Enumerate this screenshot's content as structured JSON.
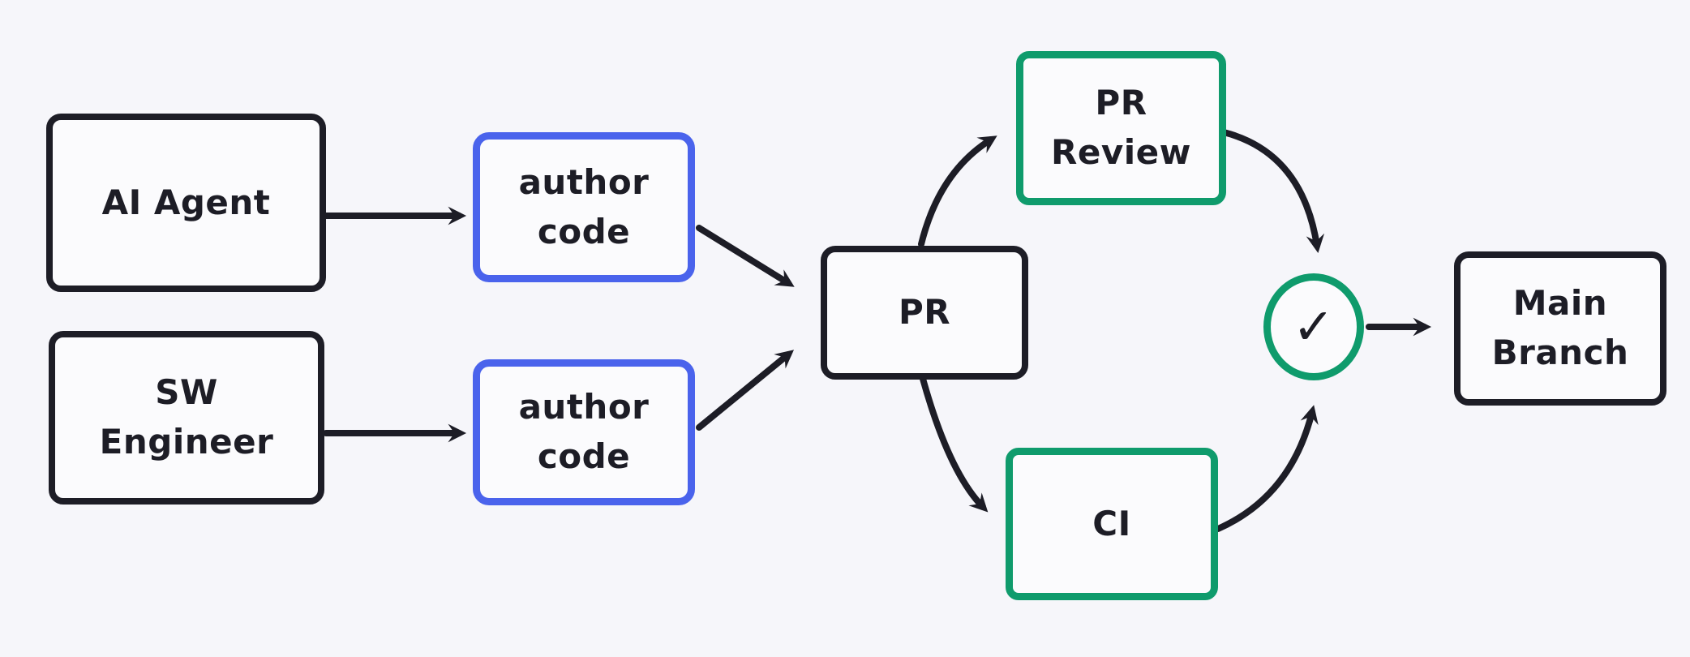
{
  "app": {
    "kind": "whiteboard-flow-diagram"
  },
  "colors": {
    "background": "#f6f6fa",
    "ink": "#1d1d26",
    "blue_accent": "#4a63ec",
    "green_accent": "#0f9b6c",
    "node_fill": "#fbfbfd"
  },
  "nodes": {
    "ai_agent": {
      "label": "AI Agent"
    },
    "sw_engineer": {
      "label": "SW\nEngineer"
    },
    "author_code_top": {
      "label": "author\ncode"
    },
    "author_code_bottom": {
      "label": "author\ncode"
    },
    "pr": {
      "label": "PR"
    },
    "pr_review": {
      "label": "PR\nReview"
    },
    "ci": {
      "label": "CI"
    },
    "check": {
      "symbol": "✓"
    },
    "main_branch": {
      "label": "Main\nBranch"
    }
  },
  "edges": [
    {
      "from": "ai-agent",
      "to": "author-code-top"
    },
    {
      "from": "sw-engineer",
      "to": "author-code-bottom"
    },
    {
      "from": "author-code-top",
      "to": "pr"
    },
    {
      "from": "author-code-bottom",
      "to": "pr"
    },
    {
      "from": "pr",
      "to": "pr-review"
    },
    {
      "from": "pr",
      "to": "ci"
    },
    {
      "from": "pr-review",
      "to": "check"
    },
    {
      "from": "ci",
      "to": "check"
    },
    {
      "from": "check",
      "to": "main-branch"
    }
  ]
}
